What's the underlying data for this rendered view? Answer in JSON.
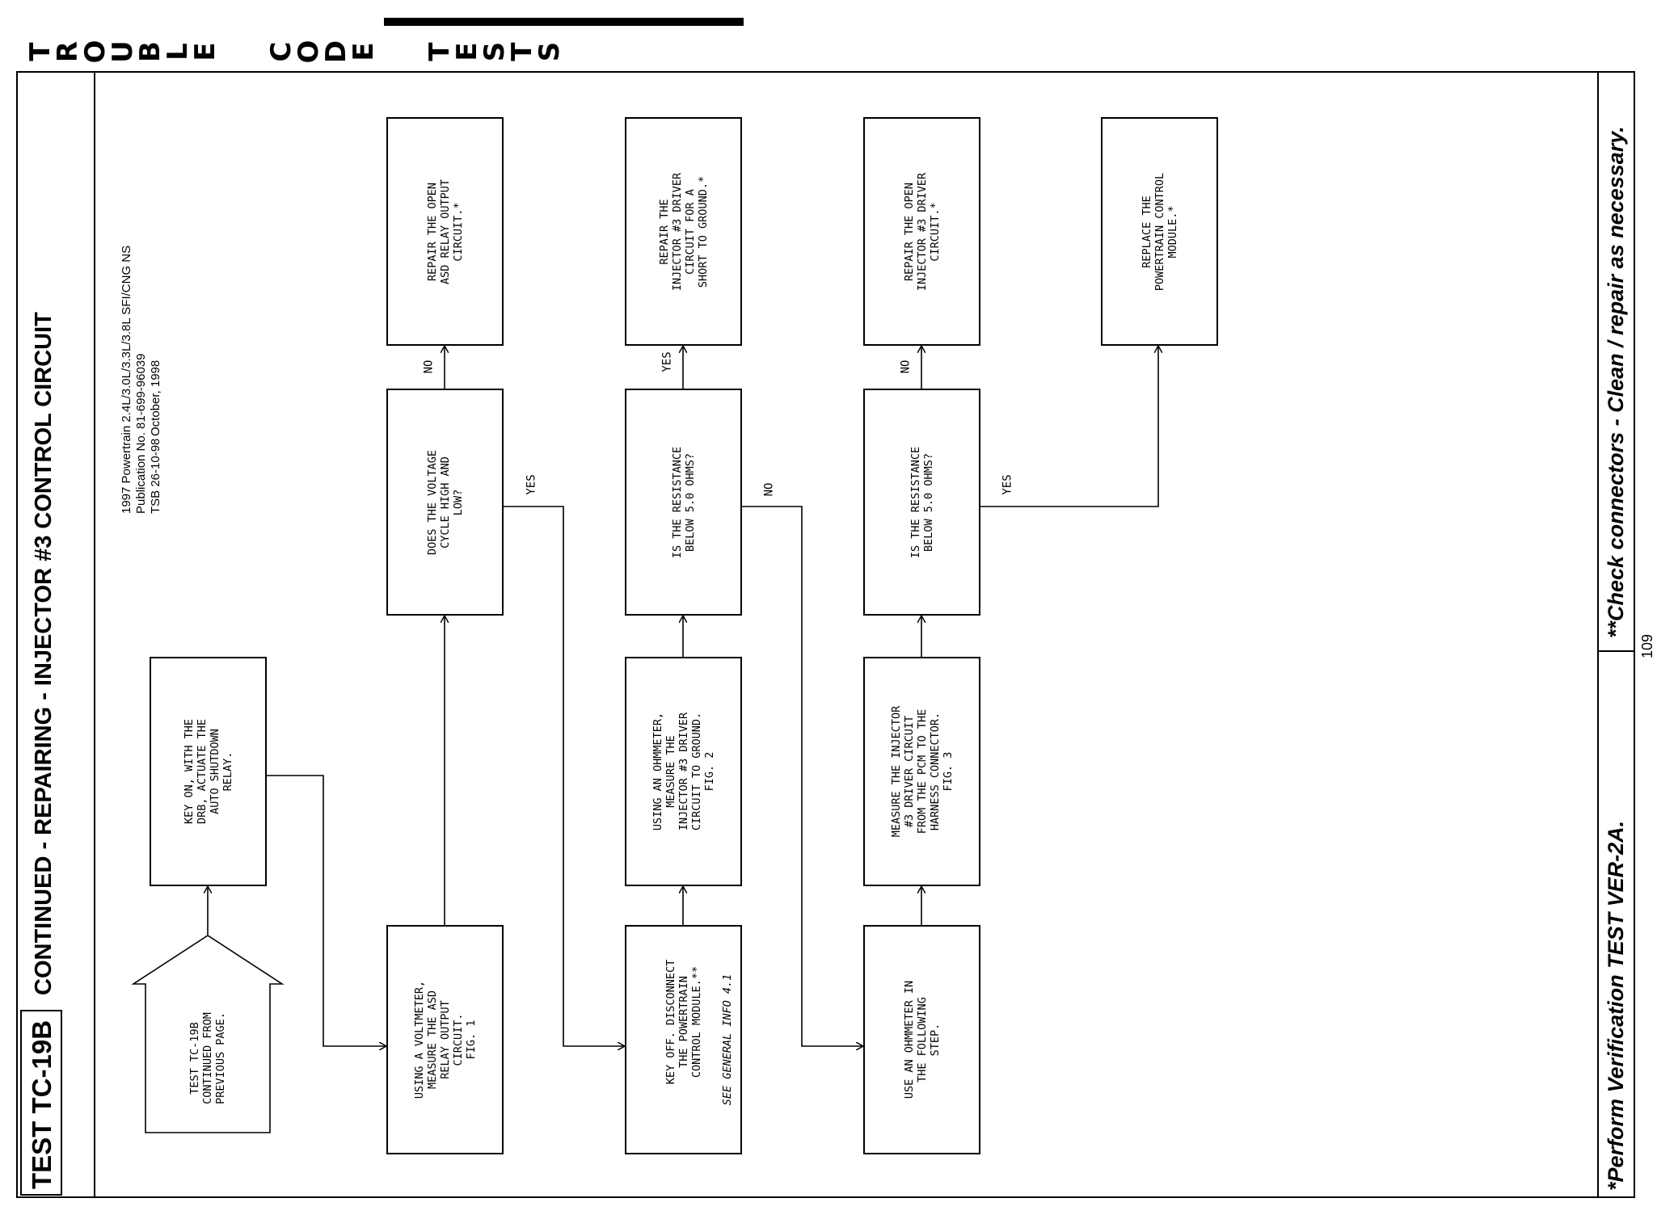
{
  "header": {
    "title": "TROUBLE CODE TESTS",
    "letters": [
      "T",
      "R",
      "O",
      "U",
      "B",
      "L",
      "E",
      "C",
      "O",
      "D",
      "E",
      "T",
      "E",
      "S",
      "T",
      "S"
    ]
  },
  "test": {
    "id": "TEST TC-19B",
    "title": "CONTINUED - REPAIRING - INJECTOR #3 CONTROL CIRCUIT"
  },
  "publication": {
    "line1": "1997 Powertrain 2.4L/3.0L/3.3L/3.8L SFI/CNG NS",
    "line2": "Publication No. 81-699-96039",
    "line3_tsb": "TSB 26-10-98",
    "line3_date": "October, 1998"
  },
  "boxes": {
    "start": "TEST TC-19B\nCONTINUED FROM\nPREVIOUS PAGE.",
    "key_on": "KEY ON, WITH THE\nDRB, ACTUATE THE\nAUTO SHUTDOWN\nRELAY.",
    "voltmeter": "USING A VOLTMETER,\nMEASURE THE ASD\nRELAY OUTPUT\nCIRCUIT.\nFIG. 1",
    "voltage_cycle": "DOES THE VOLTAGE\nCYCLE HIGH AND\nLOW?",
    "repair_asd": "REPAIR THE OPEN\nASD RELAY OUTPUT\nCIRCUIT.*",
    "key_off": "KEY OFF. DISCONNECT\nTHE POWERTRAIN\nCONTROL MODULE.**",
    "key_off_note": "SEE GENERAL INFO 4.1",
    "ohmmeter_ground": "USING AN OHMMETER,\nMEASURE THE\nINJECTOR #3 DRIVER\nCIRCUIT TO GROUND.\nFIG. 2",
    "resist_1": "IS THE RESISTANCE\nBELOW 5.0 OHMS?",
    "repair_short": "REPAIR THE\nINJECTOR #3 DRIVER\nCIRCUIT FOR A\nSHORT TO GROUND.*",
    "use_ohmmeter": "USE AN OHMMETER IN\nTHE FOLLOWING\nSTEP.",
    "measure_pcm": "MEASURE THE INJECTOR\n#3 DRIVER CIRCUIT\nFROM THE PCM TO THE\nHARNESS CONNECTOR.\nFIG. 3",
    "resist_2": "IS THE RESISTANCE\nBELOW 5.0 OHMS?",
    "repair_open": "REPAIR THE OPEN\nINJECTOR #3 DRIVER\nCIRCUIT.*",
    "replace_pcm": "REPLACE THE\nPOWERTRAIN CONTROL\nMODULE.*"
  },
  "labels": {
    "yes": "YES",
    "no": "NO"
  },
  "footer": {
    "left": "*Perform Verification TEST VER-2A.",
    "right": "**Check connectors - Clean / repair as necessary.",
    "page": "109"
  }
}
